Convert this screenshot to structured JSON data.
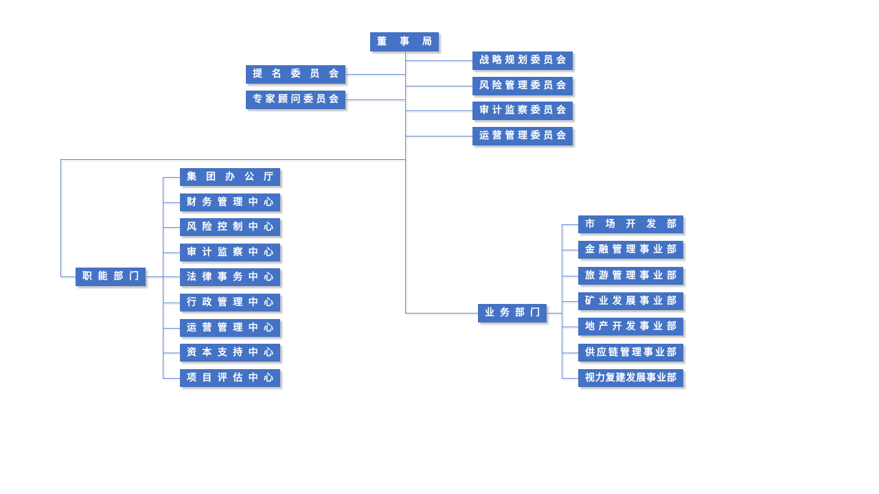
{
  "colors": {
    "node_fill": "#4472C4",
    "node_text": "#FFFFFF",
    "connector": "#5B85CC",
    "background": "#FFFFFF",
    "shadow": "#A0A0A0"
  },
  "org_chart": {
    "root": {
      "label": "董事局"
    },
    "left_committees": [
      {
        "label": "提名委员会"
      },
      {
        "label": "专家顾问委员会"
      }
    ],
    "right_committees": [
      {
        "label": "战略规划委员会"
      },
      {
        "label": "风险管理委员会"
      },
      {
        "label": "审计监察委员会"
      },
      {
        "label": "运营管理委员会"
      }
    ],
    "functional": {
      "label": "职能部门",
      "children": [
        "集团办公厅",
        "财务管理中心",
        "风险控制中心",
        "审计监察中心",
        "法律事务中心",
        "行政管理中心",
        "运营管理中心",
        "资本支持中心",
        "项目评估中心"
      ]
    },
    "business": {
      "label": "业务部门",
      "children": [
        "市场开发部",
        "金融管理事业部",
        "旅游管理事业部",
        "矿业发展事业部",
        "地产开发事业部",
        "供应链管理事业部",
        "视力复建发展事业部"
      ]
    }
  }
}
